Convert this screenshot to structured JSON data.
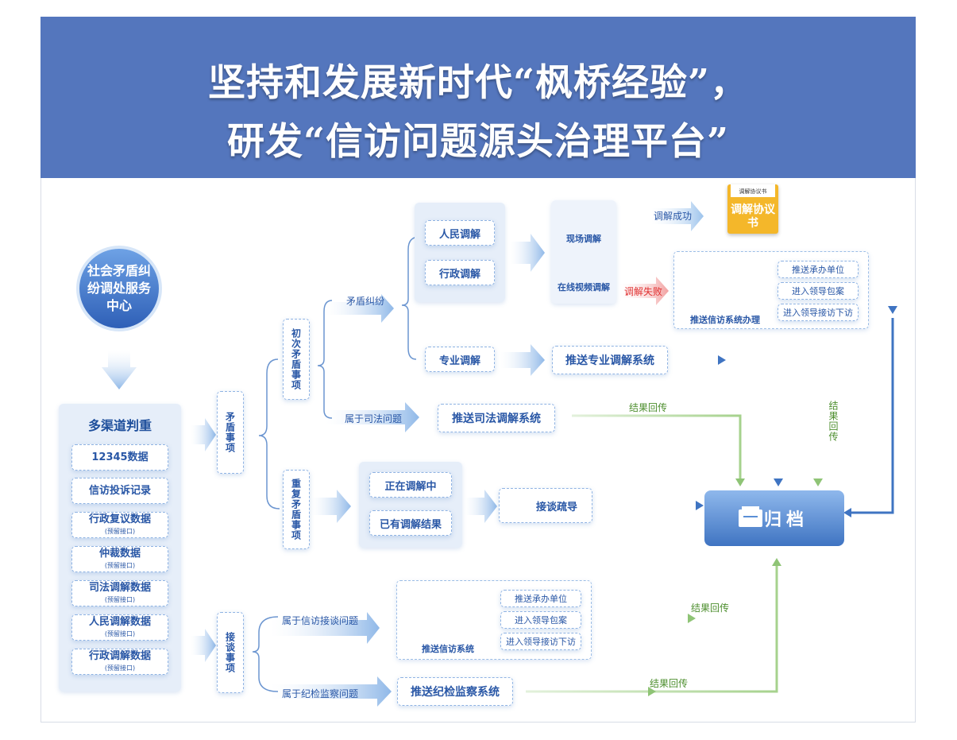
{
  "title": {
    "line1": "坚持和发展新时代“枫桥经验”，",
    "line2": "研发“信访问题源头治理平台”"
  },
  "center": {
    "label": "社会矛盾纠纷调处服务中心"
  },
  "channels": {
    "header": "多渠道判重",
    "items": [
      {
        "label": "12345数据",
        "sub": ""
      },
      {
        "label": "信访投诉记录",
        "sub": ""
      },
      {
        "label": "行政复议数据",
        "sub": "(预留接口)"
      },
      {
        "label": "仲裁数据",
        "sub": "(预留接口)"
      },
      {
        "label": "司法调解数据",
        "sub": "(预留接口)"
      },
      {
        "label": "人民调解数据",
        "sub": "(预留接口)"
      },
      {
        "label": "行政调解数据",
        "sub": "(预留接口)"
      }
    ]
  },
  "categories": {
    "dispute": "矛盾事项",
    "first_dispute": "初次矛盾事项",
    "repeat_dispute": "重复矛盾事项",
    "petition": "接谈事项"
  },
  "labels": {
    "conflict": "矛盾纠纷",
    "judicial": "属于司法问题",
    "petition_talk": "属于信访接谈问题",
    "discipline": "属于纪检监察问题",
    "success": "调解成功",
    "fail": "调解失败",
    "feedback": "结果回传"
  },
  "mediation": {
    "people": "人民调解",
    "admin": "行政调解",
    "professional": "专业调解",
    "onsite": "现场调解",
    "video": "在线视频调解"
  },
  "agreement": {
    "tag": "调解协议书",
    "label": "调解协议书"
  },
  "push": {
    "professional_system": "推送专业调解系统",
    "judicial_system": "推送司法调解系统",
    "petition_handle": "推送信访系统办理",
    "petition_system": "推送信访系统",
    "discipline_system": "推送纪检监察系统"
  },
  "actions": [
    "推送承办单位",
    "进入领导包案",
    "进入领导接访下访"
  ],
  "repeat": {
    "mediating": "正在调解中",
    "has_result": "已有调解结果",
    "guidance": "接谈疏导"
  },
  "archive": {
    "label": "归档"
  },
  "colors": {
    "banner": "#5476bd",
    "primary": "#2957a6",
    "fail": "#e03030",
    "feedback": "#4e8f2f",
    "archive": "#5b8fd6"
  }
}
